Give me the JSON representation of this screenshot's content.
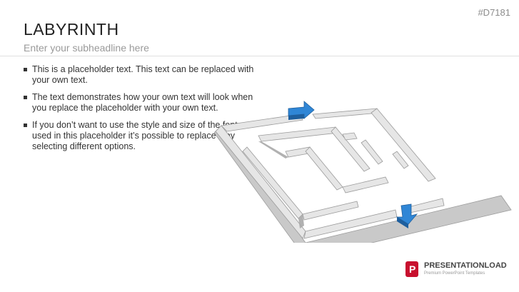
{
  "slide": {
    "id": "#D7181",
    "title": "LABYRINTH",
    "subtitle": "Enter your subheadline here"
  },
  "bullets": [
    "This is a placeholder text. This text can be replaced with your own text.",
    "The text demonstrates how your own text will look when you replace the placeholder with your own text.",
    "If you don’t want to use the style and size of the fonts as used in this placeholder it’s possible to replace it by selecting different options."
  ],
  "logo": {
    "name": "PRESENTATIONLOAD",
    "tagline": "Premium PowerPoint Templates",
    "color": "#c8102e"
  },
  "colors": {
    "wall_top": "#e6e6e6",
    "wall_side": "#a9a9a9",
    "wall_face": "#c9c9c9",
    "arrow": "#2f86d6"
  }
}
